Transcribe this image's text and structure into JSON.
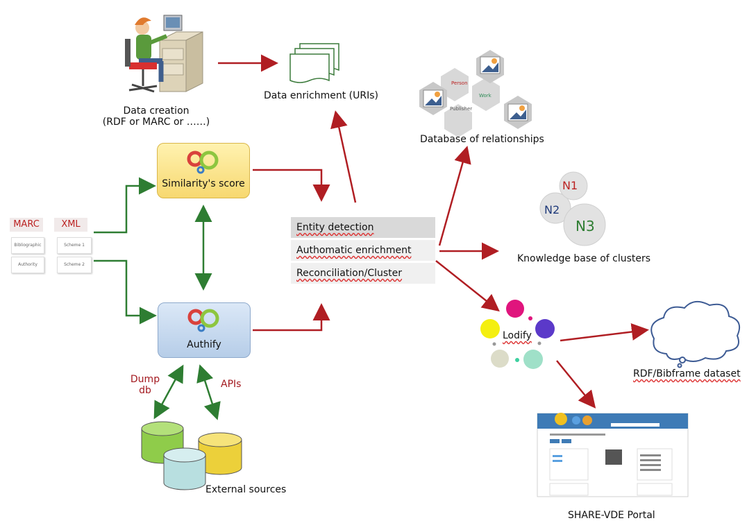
{
  "nodes": {
    "data_creation": {
      "line1": "Data creation",
      "line2": "(RDF or MARC  or ……)"
    },
    "data_enrichment": "Data enrichment (URIs)",
    "database_relationships": {
      "label": "Database of relationships",
      "tiles": {
        "person": "Person",
        "work": "Work",
        "publisher": "Publisher"
      }
    },
    "similarity": "Similarity's score",
    "authify": "Authify",
    "marc": {
      "title": "MARC",
      "items": [
        "Bibliographic",
        "Authority"
      ]
    },
    "xml": {
      "title": "XML",
      "items": [
        "Scheme 1",
        "Scheme 2"
      ]
    },
    "process": [
      "Entity detection",
      "Authomatic enrichment",
      "Reconciliation/Cluster"
    ],
    "knowledge_base": {
      "label": "Knowledge base of clusters",
      "n1": "N1",
      "n2": "N2",
      "n3": "N3"
    },
    "lodify": "Lodify",
    "rdf_dataset": "RDF/Bibframe dataset",
    "portal": "SHARE-VDE Portal",
    "dump_db": {
      "line1": "Dump",
      "line2": "db"
    },
    "apis": "APIs",
    "external_sources": "External sources"
  },
  "colors": {
    "red_arrow": "#b01e23",
    "green_arrow": "#2e7d32"
  }
}
